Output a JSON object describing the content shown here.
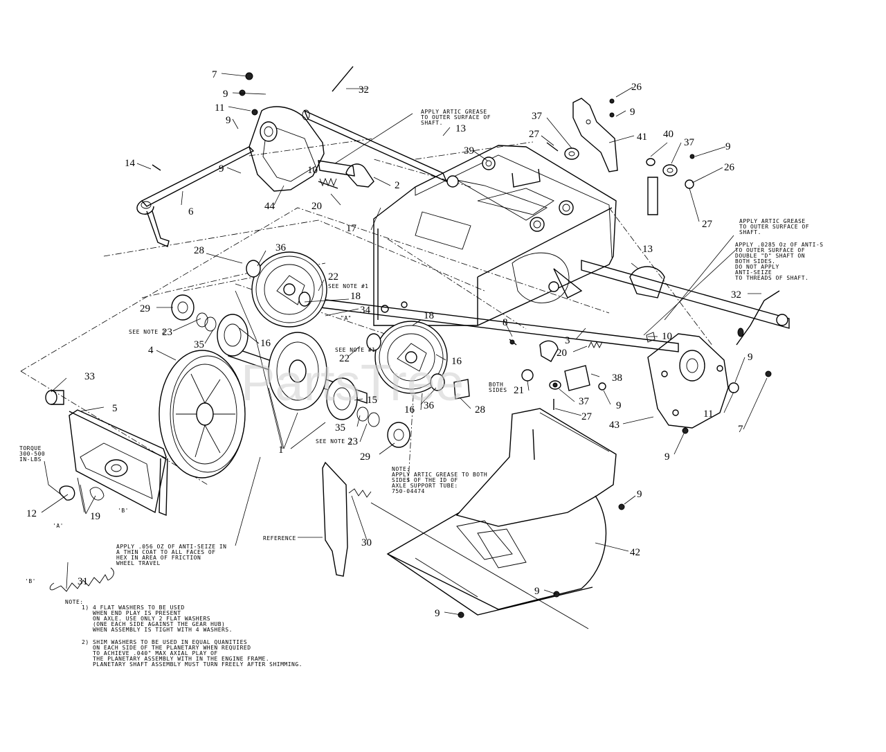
{
  "watermark": "PartsTree",
  "callouts": [
    {
      "id": "c7a",
      "text": "7"
    },
    {
      "id": "c9a",
      "text": "9"
    },
    {
      "id": "c11a",
      "text": "11"
    },
    {
      "id": "c9b",
      "text": "9"
    },
    {
      "id": "c14",
      "text": "14"
    },
    {
      "id": "c9c",
      "text": "9"
    },
    {
      "id": "c6",
      "text": "6"
    },
    {
      "id": "c44",
      "text": "44"
    },
    {
      "id": "c32a",
      "text": "32"
    },
    {
      "id": "c10a",
      "text": "10"
    },
    {
      "id": "c13a",
      "text": "13"
    },
    {
      "id": "c2",
      "text": "2"
    },
    {
      "id": "c20a",
      "text": "20"
    },
    {
      "id": "c17",
      "text": "17"
    },
    {
      "id": "c39",
      "text": "39"
    },
    {
      "id": "c37a",
      "text": "37"
    },
    {
      "id": "c27a",
      "text": "27"
    },
    {
      "id": "c26a",
      "text": "26"
    },
    {
      "id": "c9d",
      "text": "9"
    },
    {
      "id": "c41",
      "text": "41"
    },
    {
      "id": "c40",
      "text": "40"
    },
    {
      "id": "c37b",
      "text": "37"
    },
    {
      "id": "c9e",
      "text": "9"
    },
    {
      "id": "c26b",
      "text": "26"
    },
    {
      "id": "c27b",
      "text": "27"
    },
    {
      "id": "c28a",
      "text": "28"
    },
    {
      "id": "c36a",
      "text": "36"
    },
    {
      "id": "c22a",
      "text": "22"
    },
    {
      "id": "c18a",
      "text": "18"
    },
    {
      "id": "c34",
      "text": "34"
    },
    {
      "id": "c18b",
      "text": "18"
    },
    {
      "id": "c29a",
      "text": "29"
    },
    {
      "id": "c23a",
      "text": "23"
    },
    {
      "id": "c16a",
      "text": "16"
    },
    {
      "id": "c35a",
      "text": "35"
    },
    {
      "id": "c4",
      "text": "4"
    },
    {
      "id": "c22b",
      "text": "22"
    },
    {
      "id": "c16b",
      "text": "16"
    },
    {
      "id": "c13b",
      "text": "13"
    },
    {
      "id": "c32b",
      "text": "32"
    },
    {
      "id": "c8",
      "text": "8"
    },
    {
      "id": "c3",
      "text": "3"
    },
    {
      "id": "c10b",
      "text": "10"
    },
    {
      "id": "c20b",
      "text": "20"
    },
    {
      "id": "c9f",
      "text": "9"
    },
    {
      "id": "c38",
      "text": "38"
    },
    {
      "id": "c33",
      "text": "33"
    },
    {
      "id": "c5",
      "text": "5"
    },
    {
      "id": "c15",
      "text": "15"
    },
    {
      "id": "c36b",
      "text": "36"
    },
    {
      "id": "c16c",
      "text": "16"
    },
    {
      "id": "c28b",
      "text": "28"
    },
    {
      "id": "c21",
      "text": "21"
    },
    {
      "id": "c37c",
      "text": "37"
    },
    {
      "id": "c9g",
      "text": "9"
    },
    {
      "id": "c27c",
      "text": "27"
    },
    {
      "id": "c43",
      "text": "43"
    },
    {
      "id": "c11b",
      "text": "11"
    },
    {
      "id": "c7b",
      "text": "7"
    },
    {
      "id": "c1",
      "text": "1"
    },
    {
      "id": "c35b",
      "text": "35"
    },
    {
      "id": "c23b",
      "text": "23"
    },
    {
      "id": "c29b",
      "text": "29"
    },
    {
      "id": "c9h",
      "text": "9"
    },
    {
      "id": "c12",
      "text": "12"
    },
    {
      "id": "c19",
      "text": "19"
    },
    {
      "id": "c9i",
      "text": "9"
    },
    {
      "id": "c31",
      "text": "31"
    },
    {
      "id": "c30",
      "text": "30"
    },
    {
      "id": "c42",
      "text": "42"
    },
    {
      "id": "c9j",
      "text": "9"
    },
    {
      "id": "c9k",
      "text": "9"
    }
  ],
  "notes": {
    "grease_top": [
      "APPLY ARTIC GREASE",
      "TO OUTER SURFACE OF",
      "SHAFT."
    ],
    "grease_right": [
      "APPLY ARTIC GREASE",
      "TO OUTER SURFACE OF",
      "SHAFT."
    ],
    "antiseize_right": [
      "APPLY .0285 Oz OF ANTI-S",
      "TO OUTER SURFACE OF",
      "DOUBLE \"D\" SHAFT ON",
      "BOTH SIDES.",
      "DO NOT APPLY",
      "ANTI-SEIZE",
      "TO THREADS OF SHAFT."
    ],
    "see_note_1_a": "SEE NOTE #1",
    "see_note_1_b": "SEE NOTE #1",
    "see_note_2_a": "SEE NOTE 2",
    "see_note_2_b": "SEE NOTE 2",
    "label_a_shaft": "\"A\"",
    "both_sides": [
      "BOTH",
      "SIDES"
    ],
    "torque": [
      "TORQUE",
      "300-500",
      "IN-LBS"
    ],
    "label_a": "'A'",
    "label_b_top": "'B'",
    "label_b_bottom": "'B'",
    "axle_note": [
      "NOTE:",
      "APPLY ARTIC GREASE TO BOTH",
      "SIDES OF THE ID OF",
      "AXLE SUPPORT TUBE:",
      "750-04474"
    ],
    "reference": "REFERENCE",
    "antiseize_hex": [
      "APPLY .056 OZ OF ANTI-SEIZE IN",
      "A THIN COAT TO ALL FACES OF",
      "HEX IN AREA OF FRICTION",
      "WHEEL TRAVEL"
    ],
    "bottom_note": [
      "NOTE:",
      "1) 4 FLAT WASHERS TO BE USED",
      "   WHEN END PLAY IS PRESENT",
      "   ON AXLE. USE ONLY 2 FLAT WASHERS",
      "   (ONE EACH SIDE AGAINST THE GEAR HUB)",
      "   WHEN ASSEMBLY IS TIGHT WITH 4 WASHERS.",
      "",
      "2) SHIM WASHERS TO BE USED IN EQUAL QUANITIES",
      "   ON EACH SIDE OF THE PLANETARY WHEN REQUIRED",
      "   TO ACHIEVE .040\" MAX AXIAL PLAY OF",
      "   THE PLANETARY ASSEMBLY WITH IN THE ENGINE FRAME.",
      "   PLANETARY SHAFT ASSEMBLY MUST TURN FREELY AFTER SHIMMING."
    ]
  }
}
